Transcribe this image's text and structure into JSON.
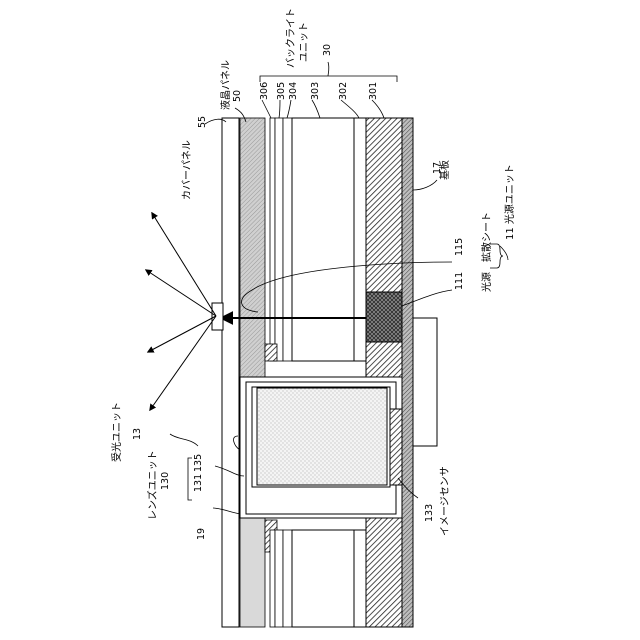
{
  "labels": {
    "cover_panel_name": "カバーパネル",
    "cover_panel_num": "55",
    "lc_panel_name": "液晶パネル",
    "lc_panel_num": "50",
    "backlight_name_1": "バックライト",
    "backlight_name_2": "ユニット",
    "backlight_num": "30",
    "layer_306": "306",
    "layer_305": "305",
    "layer_304": "304",
    "layer_303": "303",
    "layer_302": "302",
    "layer_301": "301",
    "substrate_name": "基板",
    "substrate_num": "17",
    "light_source_unit": "11 光源ユニット",
    "diffusion_sheet_num": "115",
    "diffusion_sheet_name": "拡散シート",
    "light_source_num": "111",
    "light_source_name": "光源",
    "image_sensor_num": "133",
    "image_sensor_name": "イメージセンサ",
    "receiver_unit_name": "受光ユニット",
    "receiver_unit_num": "13",
    "lens_unit_name": "レンズユニット",
    "lens_unit_num": "130",
    "lens_131": "131",
    "lens_135": "135",
    "edge_19": "19"
  }
}
